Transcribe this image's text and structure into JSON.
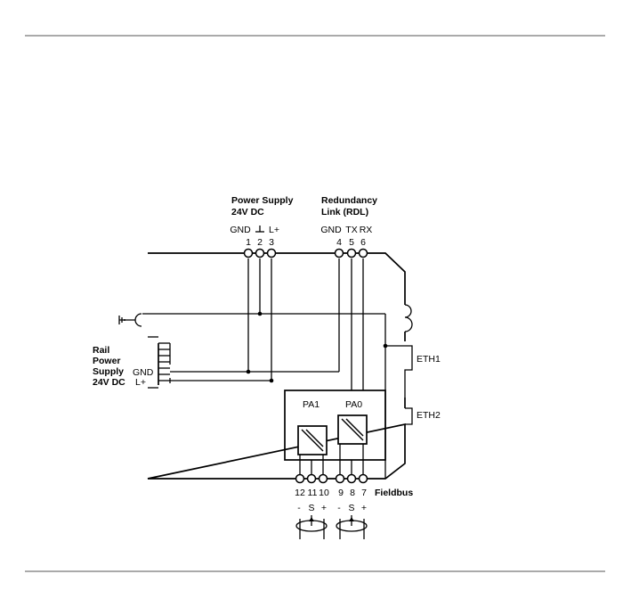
{
  "labels": {
    "power_supply": [
      "Power Supply",
      "24V DC"
    ],
    "rdl": [
      "Redundancy",
      "Link (RDL)"
    ],
    "rail_power": [
      "Rail",
      "Power",
      "Supply",
      "24V DC"
    ],
    "gnd": "GND",
    "lplus": "L+",
    "pa1": "PA1",
    "pa0": "PA0",
    "eth1": "ETH1",
    "eth2": "ETH2",
    "fieldbus": "Fieldbus"
  },
  "top_terminals": [
    {
      "name": "GND",
      "number": "1"
    },
    {
      "name": "",
      "number": "2"
    },
    {
      "name": "L+",
      "number": "3"
    },
    {
      "name": "GND",
      "number": "4"
    },
    {
      "name": "TX",
      "number": "5"
    },
    {
      "name": "RX",
      "number": "6"
    }
  ],
  "bottom_terminals": [
    {
      "number": "12",
      "polarity": "-"
    },
    {
      "number": "11",
      "polarity": "S"
    },
    {
      "number": "10",
      "polarity": "+"
    },
    {
      "number": "9",
      "polarity": "-"
    },
    {
      "number": "8",
      "polarity": "S"
    },
    {
      "number": "7",
      "polarity": "+"
    }
  ],
  "icons": [
    "ground-icon",
    "earth-ground-icon",
    "converter-icon"
  ]
}
